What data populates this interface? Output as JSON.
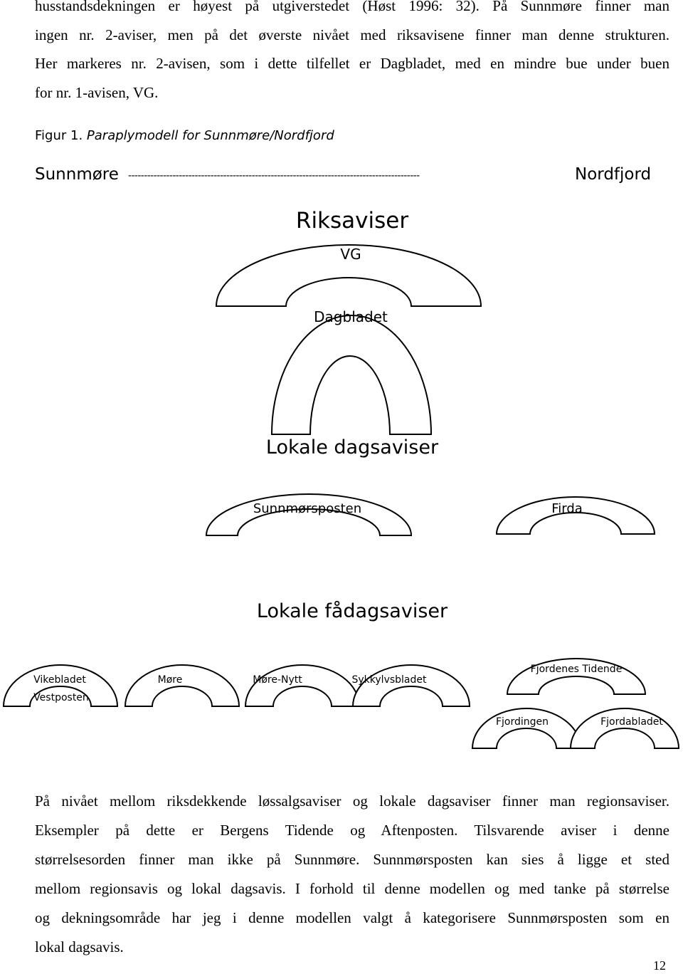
{
  "intro_paragraph": {
    "lines": [
      "husstandsdekningen er høyest på utgiverstedet (Høst 1996: 32). På Sunnmøre finner man",
      "ingen nr. 2-aviser, men på det øverste nivået med riksavisene finner man denne strukturen.",
      "Her markeres nr. 2-avisen, som i dette tilfellet er Dagbladet, med en mindre bue under buen",
      "for nr. 1-avisen, VG."
    ]
  },
  "figure": {
    "caption_prefix": "Figur 1.",
    "caption_title": "Paraplymodell for Sunnmøre/Nordfjord",
    "axis_left": "Sunnmøre",
    "axis_dashes": "--------------------------------------------------------------------------------------------",
    "axis_right": "Nordfjord",
    "levels": {
      "national": "Riksaviser",
      "local_daily": "Lokale dagsaviser",
      "local_nondaily": "Lokale fådagsaviser"
    },
    "newspapers": {
      "vg": "VG",
      "dagbladet": "Dagbladet",
      "sunnmorsposten": "Sunnmørsposten",
      "firda": "Firda",
      "vikebladet": "Vikebladet",
      "vestposten": "Vestposten",
      "more": "Møre",
      "more_nytt": "Møre-Nytt",
      "sykkylvsbladet": "Sykkylvsbladet",
      "fjordenes_tidende": "Fjordenes Tidende",
      "fjordingen": "Fjordingen",
      "fjordabladet": "Fjordabladet"
    }
  },
  "closing_paragraph": {
    "lines": [
      "På nivået mellom riksdekkende løssalgsaviser og lokale dagsaviser finner man regionsaviser.",
      "Eksempler på dette er Bergens Tidende og Aftenposten. Tilsvarende aviser i denne",
      "størrelsesorden finner man ikke på Sunnmøre. Sunnmørsposten kan sies å ligge et sted",
      "mellom regionsavis og lokal dagsavis. I forhold til denne modellen og med tanke på størrelse",
      "og dekningsområde har jeg i denne modellen valgt å kategorisere Sunnmørsposten som en",
      "lokal dagsavis."
    ]
  },
  "page_number": "12"
}
